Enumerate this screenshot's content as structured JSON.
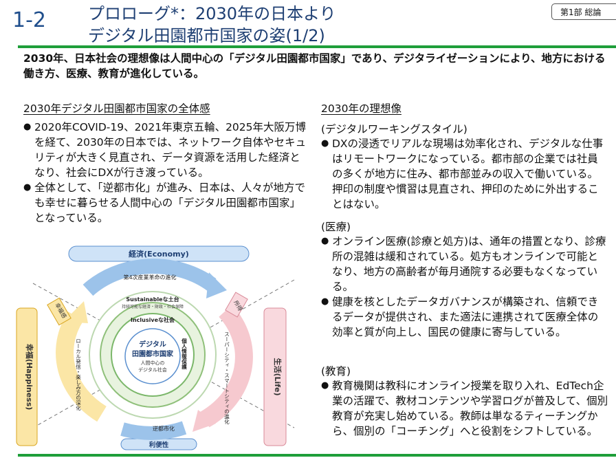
{
  "header": {
    "slide_number": "1-2",
    "title_line1": "プロローグ*：2030年の日本より",
    "title_line2": "デジタル田園都市国家の姿(1/2)",
    "part_label": "第1部 総論"
  },
  "summary": "2030年、日本社会の理想像は人間中心の「デジタル田園都市国家」であり、デジタライゼーションにより、地方における働き方、医療、教育が進化している。",
  "left": {
    "heading": "2030年デジタル田園都市国家の全体感",
    "bullets": [
      "2020年COVID-19、2021年東京五輪、2025年大阪万博を経て、2030年の日本では、ネットワーク自体やセキュリティが大きく見直され、データ資源を活用した経済となり、社会にDXが行き渡っている。",
      "全体として、「逆都市化」が進み、日本は、人々が地方でも幸せに暮らせる人間中心の「デジタル田園都市国家」となっている。"
    ]
  },
  "diagram": {
    "economy": "経済(Economy)",
    "happiness": "幸福(Happiness)",
    "life": "生活(Life)",
    "convenience": "利便性",
    "industry4": "第4次産業革命の進化",
    "happiness_small": "幸福感",
    "income": "所得",
    "sustainable": "Sustainableな土台",
    "sustainable_sub": "持続可能な経済・財政・社会保障",
    "inclusive": "Inclusiveな社会",
    "core_line1": "デジタル",
    "core_line2": "田園都市国家",
    "core_sub1": "人間中心の",
    "core_sub2": "デジタル社会",
    "privacy": "個人情報保護",
    "local": "ローカル発信・楽しみ方の深化",
    "supercity": "スーパーシティ・スマートシティの進化",
    "reverse_urban": "逆都市化"
  },
  "right": {
    "heading": "2030年の理想像",
    "work_label": "(デジタルワーキングスタイル)",
    "work_bullets": [
      "DXの浸透でリアルな現場は効率化され、デジタルな仕事はリモートワークになっている。都市部の企業では社員の多くが地方に住み、都市部並みの収入で働いている。押印の制度や慣習は見直され、押印のために外出することはない。"
    ],
    "medical_label": "(医療)",
    "medical_bullets": [
      "オンライン医療(診療と処方)は、通年の措置となり、診療所の混雑は緩和されている。処方もオンラインで可能となり、地方の高齢者が毎月通院する必要もなくなっている。",
      "健康を核としたデータガバナンスが構築され、信頼できるデータが提供され、また適法に連携されて医療全体の効率と質が向上し、国民の健康に寄与している。"
    ],
    "education_label": "(教育)",
    "education_bullets": [
      "教育機関は教科にオンライン授業を取り入れ、EdTech企業の活躍で、教材コンテンツや学習ログが普及して、個別教育が充実し始めている。教師は単なるティーチングから、個別の「コーチング」へと役割をシフトしている。"
    ]
  },
  "colors": {
    "title_blue": "#1e3f73",
    "accent_green": "#1e9e3a",
    "economy_blue": "#cfe3f7",
    "yellow": "#fbe6a6",
    "pink": "#f9d9de"
  }
}
